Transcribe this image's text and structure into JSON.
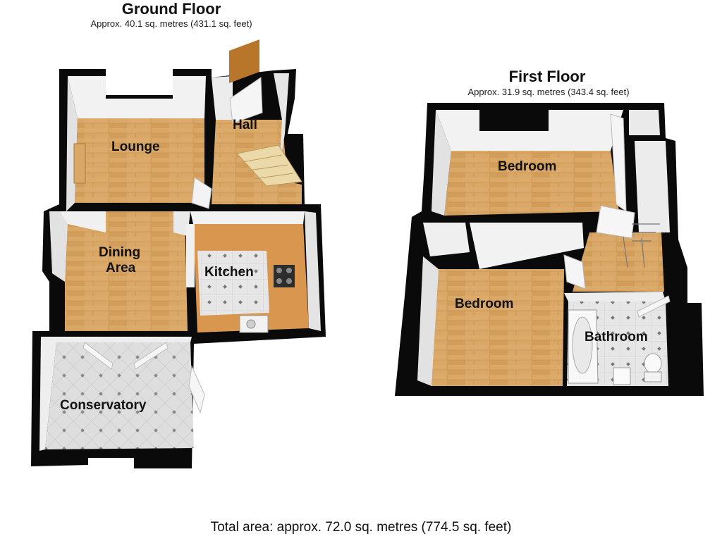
{
  "ground_floor": {
    "title": "Ground Floor",
    "subtitle": "Approx. 40.1 sq. metres (431.1 sq. feet)",
    "rooms": {
      "lounge": "Lounge",
      "hall": "Hall",
      "dining_line1": "Dining",
      "dining_line2": "Area",
      "kitchen": "Kitchen",
      "conservatory": "Conservatory"
    }
  },
  "first_floor": {
    "title": "First Floor",
    "subtitle": "Approx. 31.9 sq. metres (343.4 sq. feet)",
    "rooms": {
      "bedroom_top": "Bedroom",
      "bedroom_bottom": "Bedroom",
      "bathroom": "Bathroom"
    }
  },
  "total_area": "Total area: approx. 72.0 sq. metres (774.5 sq. feet)",
  "colors": {
    "wall": "#0a0a0a",
    "wall_inner": "#f4f4f4",
    "wood_floor": "#d9a766",
    "wood_floor_dark": "#c48c48",
    "tile_floor": "#dcdcdc",
    "kitchen_counter": "#d8964e"
  }
}
